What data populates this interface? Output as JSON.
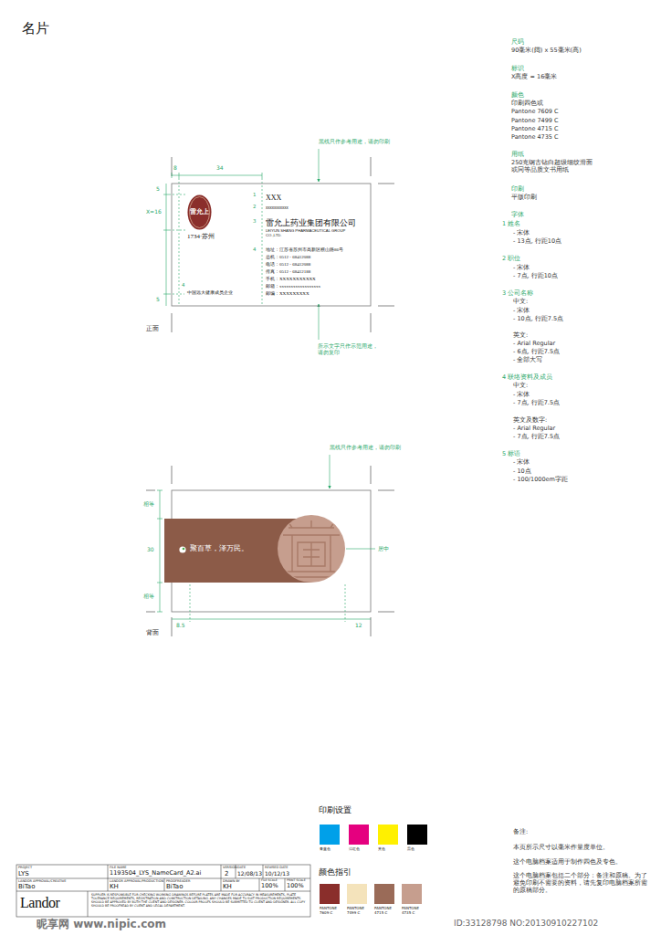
{
  "diagram": {
    "title": "名片",
    "nodes": [
      {
        "text": [
          "XXX",
          "xxxxxxxxxxx",
          "雷允上药业集团有限公司",
          "LEIYUN SHANG PHARMACEUTICAL GROUP CO.,LTD.",
          "地址：江苏省苏州市高新区横山路86号",
          "总机：0512 - 68412088",
          "电话：0512 - 68412088",
          "传真：0512 - 68412188",
          "手机：XXXXXXXXXXX",
          "邮箱：xxxxxxxxxxxxxxxxxx",
          "邮编：XXXXXXXXX",
          "中国远大健康成员企业",
          "1734·苏州"
        ]
      },
      {
        "text": [
          "雷允上"
        ],
        "in": 0
      },
      {
        "text": [
          "聚百草，泽万民。"
        ]
      }
    ],
    "labels": [
      "尺码",
      "90毫米(阔) x 55毫米(高)",
      "标识",
      "X高度 = 16毫米",
      "颜色",
      "印刷四色或",
      "Pantone 7609 C",
      "Pantone 7499 C",
      "Pantone 4715 C",
      "Pantone 4735 C",
      "用纸",
      "250克钢古钻白超级细纹滑面 或同等品质文书用纸",
      "印刷",
      "平版印刷",
      "字体",
      "1 姓名",
      "- 宋体",
      "- 13点, 行距10点",
      "2 职位",
      "- 宋体",
      "- 7点, 行距10点",
      "3 公司名称",
      "中文:",
      "- 宋体",
      "- 10点, 行距7.5点",
      "英文:",
      "- Arial Regular",
      "- 6点, 行距7.5点",
      "- 全部大写",
      "4 联络资料及成员",
      "中文:",
      "- 宋体",
      "- 7点, 行距7.5点",
      "英文及数字:",
      "- Arial Regular",
      "- 7点, 行距7.5点",
      "5 标语",
      "- 宋体",
      "- 10点",
      "- 100/1000em字距",
      "黑线只作参考用途，请勿印刷",
      "8",
      "34",
      "5",
      "X=16",
      "5",
      "1",
      "2",
      "3",
      "4",
      "4",
      "所示文字只作示范用途， 请勿复印",
      "正面",
      "黑线只作参考用途，请勿印刷",
      "相等",
      "30",
      "相等",
      "8.5",
      "12",
      "居中",
      "背面",
      "印刷设置",
      "颜色指引",
      "备注:",
      "本页所示尺寸以毫米作量度单位。",
      "这个电脑档案适用于制作四色及专色。",
      "这个电脑档案包括二个部分：备注和原稿。为了避免印刷不需要的资料，请先复印电脑档案所需的原稿部分。",
      "PROJECT",
      "LYS",
      "FILE NAME",
      "1193504_LYS_NameCard_A2.ai",
      "VERSION",
      "2",
      "DATE",
      "12/08/13",
      "REVISED DATE",
      "10/12/13",
      "LANDOR APPROVAL/CREATIVE",
      "BiTao",
      "LANDOR APPROVAL/PRODUCTION",
      "KH",
      "PROOFREADER",
      "BiTao",
      "DRAWN BY",
      "KH",
      "FILE SCALE",
      "100%",
      "PRINT SCALE",
      "100%",
      "Landor",
      "SUPPLIER IS RESPONSIBLE FOR CHECKING WORKING DRAWINGS BEFORE PLATES ARE MADE FOR ACCURACY IN MEASUREMENTS, PLATE TOLERANCE REQUIREMENTS, REGISTRATION AND CONSTRUCTION DETAILING. ANY CHANGES MADE TO SUIT PRODUCTION REQUIREMENTS SHOULD BE APPROVED BY BOTH THE CLIENT AND DESIGNER. COLOUR PROOFS SHOULD BE SUBMITTED TO CLIENT AND DESIGNER. ALL COPY SHOULD BE PROOFREAD BY CLIENT AND LEGAL DEPARTMENT.",
      "昵享网 www.nipic.com",
      "ID:33128798 NO:20130910227102"
    ],
    "legend": [
      {
        "text": "青蓝色",
        "color": "#00a0e9"
      },
      {
        "text": "洋红色",
        "color": "#e5007f"
      },
      {
        "text": "黄色",
        "color": "#fff000"
      },
      {
        "text": "黑色",
        "color": "#000000"
      },
      {
        "text": "PANTONE 7609 C",
        "color": "#8a2e2b"
      },
      {
        "text": "PANTONE 7499 C",
        "color": "#f4e3bb"
      },
      {
        "text": "PANTONE 4715 C",
        "color": "#9a6b58"
      },
      {
        "text": "PANTONE 4735 C",
        "color": "#c69e8e"
      }
    ]
  }
}
